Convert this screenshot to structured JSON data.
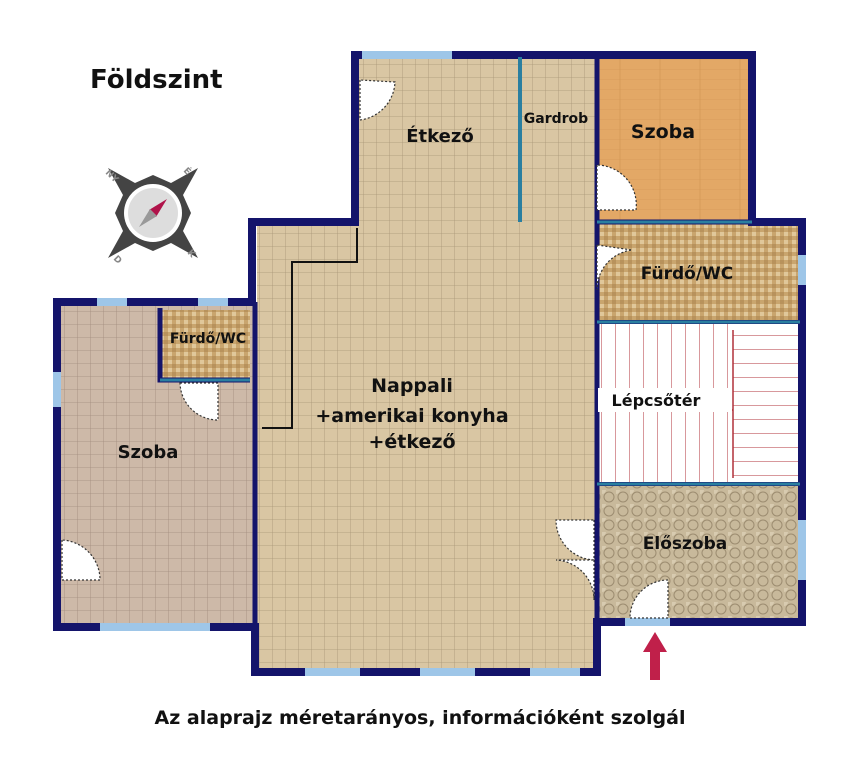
{
  "title": "Földszint",
  "compass": {
    "nw": "NY",
    "ne": "É",
    "sw": "D",
    "se": "K",
    "needle_color": "#b0134a"
  },
  "rooms": {
    "etkezo": "Étkező",
    "gardrob": "Gardrob",
    "szoba_top": "Szoba",
    "furdo_right": "Fürdő/WC",
    "furdo_left": "Fürdő/WC",
    "lepcsoter": "Lépcsőtér",
    "nappali": [
      "Nappali",
      "+amerikai konyha",
      "+étkező"
    ],
    "szoba_left": "Szoba",
    "eloszoba": "Előszoba"
  },
  "footer": "Az alaprajz méretarányos, információként szolgál",
  "colors": {
    "wall": "#14146b",
    "window": "#9ec6e8",
    "entrance_arrow": "#c0204a"
  }
}
